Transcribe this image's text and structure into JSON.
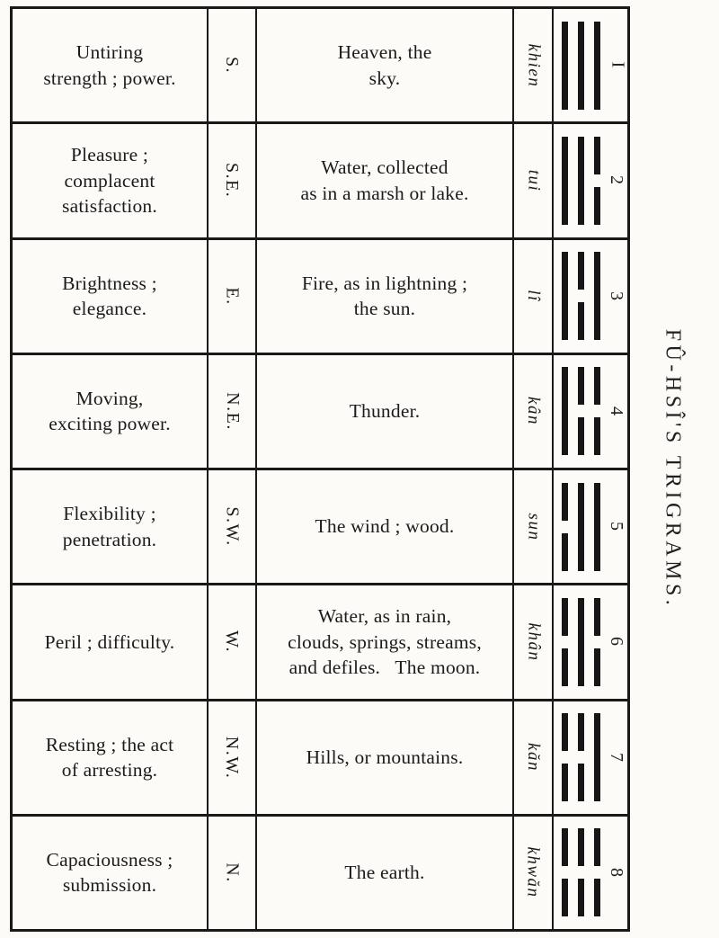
{
  "plate": {
    "side_label": "FÛ-HSÎ'S TRIGRAMS."
  },
  "table": {
    "rows": [
      {
        "attribute": "Untiring\nstrength ; power.",
        "direction": "S.",
        "phenomenon": "Heaven, the\nsky.",
        "name": "khien",
        "number": "I",
        "trigram": [
          "solid",
          "solid",
          "solid"
        ]
      },
      {
        "attribute": "Pleasure ;\ncomplacent\nsatisfaction.",
        "direction": "S.E.",
        "phenomenon": "Water, collected\nas in a marsh or lake.",
        "name": "tui",
        "number": "2",
        "trigram": [
          "solid",
          "solid",
          "broken"
        ]
      },
      {
        "attribute": "Brightness ;\nelegance.",
        "direction": "E.",
        "phenomenon": "Fire, as in lightning ;\nthe sun.",
        "name": "lî",
        "number": "3",
        "trigram": [
          "solid",
          "broken",
          "solid"
        ]
      },
      {
        "attribute": "Moving,\nexciting power.",
        "direction": "N.E.",
        "phenomenon": "Thunder.",
        "name": "kân",
        "number": "4",
        "trigram": [
          "solid",
          "broken",
          "broken"
        ]
      },
      {
        "attribute": "Flexibility ;\npenetration.",
        "direction": "S.W.",
        "phenomenon": "The wind ; wood.",
        "name": "sun",
        "number": "5",
        "trigram": [
          "broken",
          "solid",
          "solid"
        ]
      },
      {
        "attribute": "Peril ; difficulty.",
        "direction": "W.",
        "phenomenon": "Water, as in rain,\nclouds, springs, streams,\nand defiles.   The moon.",
        "name": "khân",
        "number": "6",
        "trigram": [
          "broken",
          "solid",
          "broken"
        ]
      },
      {
        "attribute": "Resting ; the act\nof arresting.",
        "direction": "N.W.",
        "phenomenon": "Hills, or mountains.",
        "name": "kăn",
        "number": "7",
        "trigram": [
          "broken",
          "broken",
          "solid"
        ]
      },
      {
        "attribute": "Capaciousness ;\nsubmission.",
        "direction": "N.",
        "phenomenon": "The earth.",
        "name": "khwăn",
        "number": "8",
        "trigram": [
          "broken",
          "broken",
          "broken"
        ]
      }
    ]
  }
}
